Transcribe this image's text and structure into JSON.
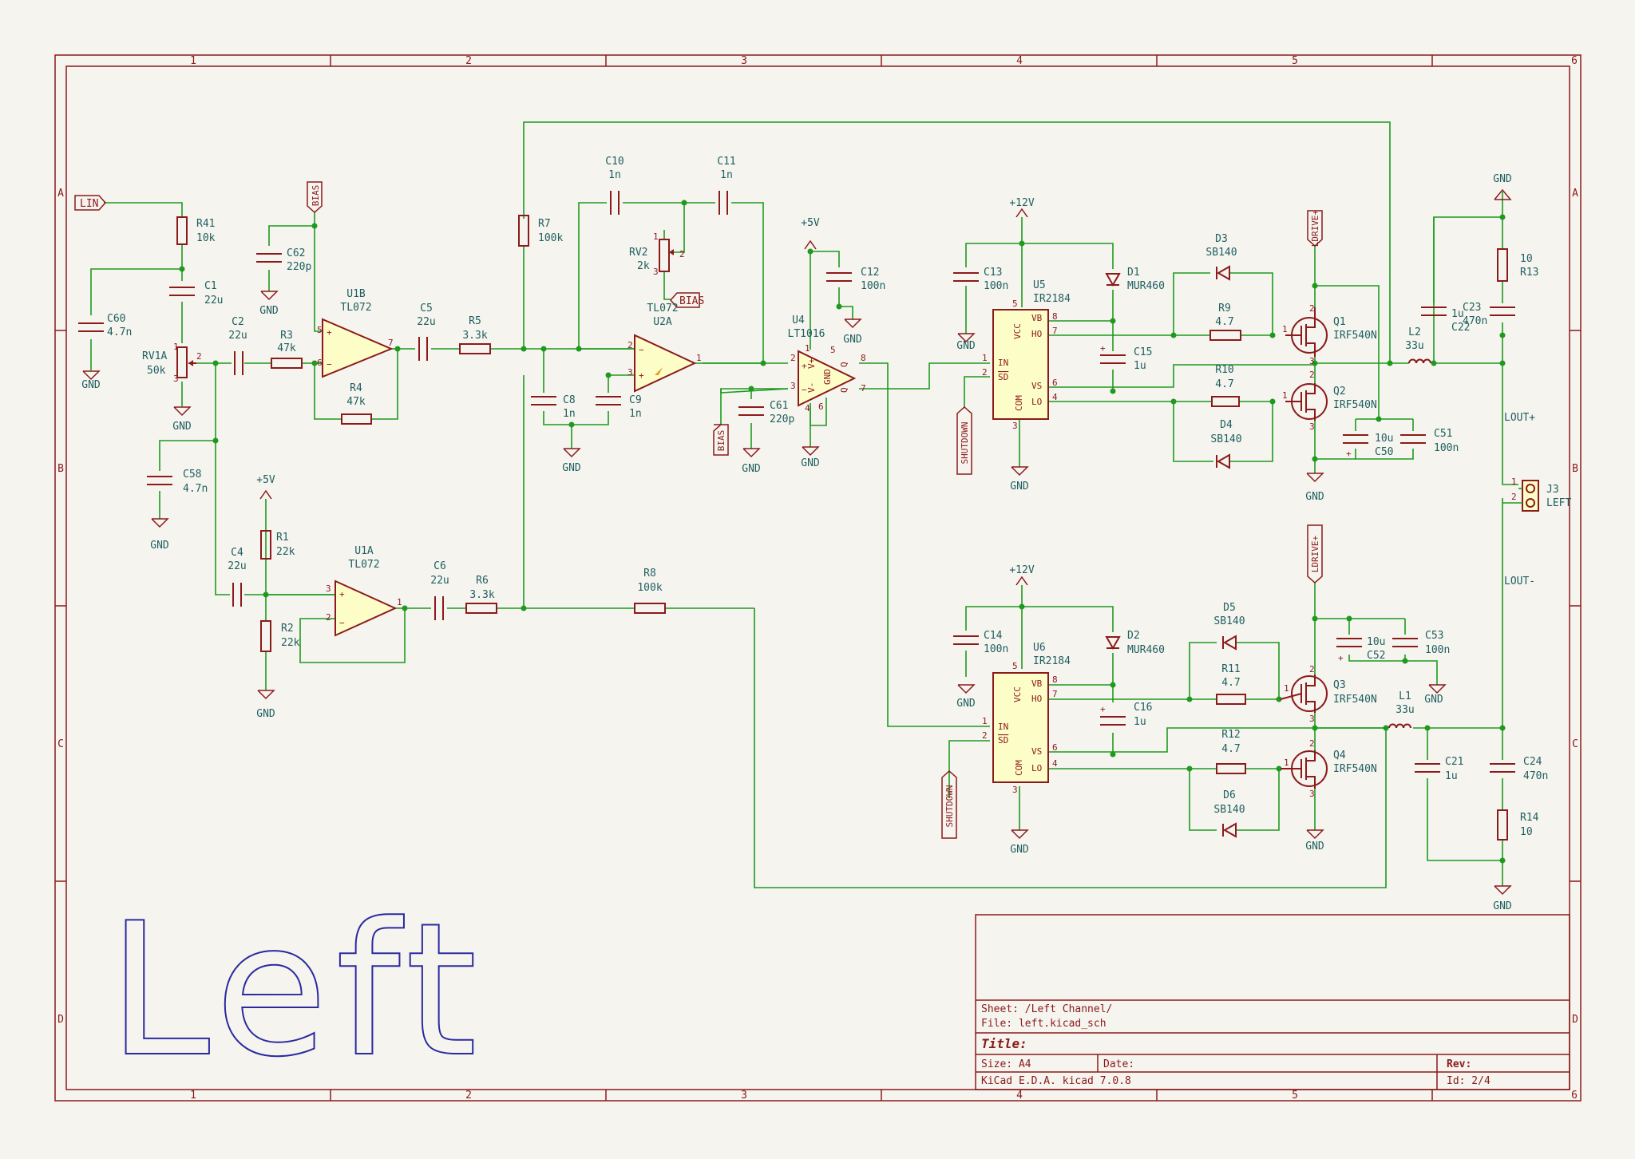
{
  "frame": {
    "cols": [
      "1",
      "2",
      "3",
      "4",
      "5",
      "6"
    ],
    "rows": [
      "A",
      "B",
      "C",
      "D"
    ]
  },
  "sheet_label": "Left",
  "title_block": {
    "sheet": "Sheet: /Left Channel/",
    "file": "File: left.kicad_sch",
    "title": "Title:",
    "size": "Size: A4",
    "date": "Date:",
    "rev": "Rev:",
    "tool": "KiCad E.D.A.  kicad 7.0.8",
    "id": "Id: 2/4"
  },
  "nets": {
    "lin": "LIN",
    "bias": "BIAS",
    "gnd": "GND",
    "p5v": "+5V",
    "p12v": "+12V",
    "shutdown": "SHUTDOWN",
    "ldrive": "LDRIVE+",
    "lout_p": "LOUT+",
    "lout_n": "LOUT-"
  },
  "components": {
    "R41": {
      "ref": "R41",
      "val": "10k"
    },
    "C1": {
      "ref": "C1",
      "val": "22u"
    },
    "C60": {
      "ref": "C60",
      "val": "4.7n"
    },
    "RV1A": {
      "ref": "RV1A",
      "val": "50k"
    },
    "C2": {
      "ref": "C2",
      "val": "22u"
    },
    "R3": {
      "ref": "R3",
      "val": "47k"
    },
    "C62": {
      "ref": "C62",
      "val": "220p"
    },
    "U1B": {
      "ref": "U1B",
      "val": "TL072"
    },
    "R4": {
      "ref": "R4",
      "val": "47k"
    },
    "C5": {
      "ref": "C5",
      "val": "22u"
    },
    "R5": {
      "ref": "R5",
      "val": "3.3k"
    },
    "R7": {
      "ref": "R7",
      "val": "100k"
    },
    "C10": {
      "ref": "C10",
      "val": "1n"
    },
    "C11": {
      "ref": "C11",
      "val": "1n"
    },
    "RV2": {
      "ref": "RV2",
      "val": "2k"
    },
    "U2A": {
      "ref": "U2A",
      "val": "TL072"
    },
    "C8": {
      "ref": "C8",
      "val": "1n"
    },
    "C9": {
      "ref": "C9",
      "val": "1n"
    },
    "U4": {
      "ref": "U4",
      "val": "LT1016"
    },
    "C12": {
      "ref": "C12",
      "val": "100n"
    },
    "C61": {
      "ref": "C61",
      "val": "220p"
    },
    "C58": {
      "ref": "C58",
      "val": "4.7n"
    },
    "C4": {
      "ref": "C4",
      "val": "22u"
    },
    "R1": {
      "ref": "R1",
      "val": "22k"
    },
    "R2": {
      "ref": "R2",
      "val": "22k"
    },
    "U1A": {
      "ref": "U1A",
      "val": "TL072"
    },
    "C6": {
      "ref": "C6",
      "val": "22u"
    },
    "R6": {
      "ref": "R6",
      "val": "3.3k"
    },
    "R8": {
      "ref": "R8",
      "val": "100k"
    },
    "C13": {
      "ref": "C13",
      "val": "100n"
    },
    "U5": {
      "ref": "U5",
      "val": "IR2184"
    },
    "D1": {
      "ref": "D1",
      "val": "MUR460"
    },
    "C15": {
      "ref": "C15",
      "val": "1u"
    },
    "D3": {
      "ref": "D3",
      "val": "SB140"
    },
    "R9": {
      "ref": "R9",
      "val": "4.7"
    },
    "R10": {
      "ref": "R10",
      "val": "4.7"
    },
    "D4": {
      "ref": "D4",
      "val": "SB140"
    },
    "Q1": {
      "ref": "Q1",
      "val": "IRF540N"
    },
    "Q2": {
      "ref": "Q2",
      "val": "IRF540N"
    },
    "C50": {
      "ref": "C50",
      "val": "10u"
    },
    "C51": {
      "ref": "C51",
      "val": "100n"
    },
    "L2": {
      "ref": "L2",
      "val": "33u"
    },
    "C22": {
      "ref": "C22",
      "val": "1u"
    },
    "C23": {
      "ref": "C23",
      "val": "470n"
    },
    "R13": {
      "ref": "R13",
      "val": "10"
    },
    "J3": {
      "ref": "J3",
      "val": "LEFT"
    },
    "C14": {
      "ref": "C14",
      "val": "100n"
    },
    "U6": {
      "ref": "U6",
      "val": "IR2184"
    },
    "D2": {
      "ref": "D2",
      "val": "MUR460"
    },
    "C16": {
      "ref": "C16",
      "val": "1u"
    },
    "D5": {
      "ref": "D5",
      "val": "SB140"
    },
    "R11": {
      "ref": "R11",
      "val": "4.7"
    },
    "R12": {
      "ref": "R12",
      "val": "4.7"
    },
    "D6": {
      "ref": "D6",
      "val": "SB140"
    },
    "Q3": {
      "ref": "Q3",
      "val": "IRF540N"
    },
    "Q4": {
      "ref": "Q4",
      "val": "IRF540N"
    },
    "C52": {
      "ref": "C52",
      "val": "10u"
    },
    "C53": {
      "ref": "C53",
      "val": "100n"
    },
    "L1": {
      "ref": "L1",
      "val": "33u"
    },
    "C21": {
      "ref": "C21",
      "val": "1u"
    },
    "C24": {
      "ref": "C24",
      "val": "470n"
    },
    "R14": {
      "ref": "R14",
      "val": "10"
    }
  },
  "ic_pins": {
    "vcc": "VCC",
    "vb": "VB",
    "ho": "HO",
    "vs": "VS",
    "lo": "LO",
    "com": "COM",
    "in": "IN",
    "sd": "SD"
  }
}
